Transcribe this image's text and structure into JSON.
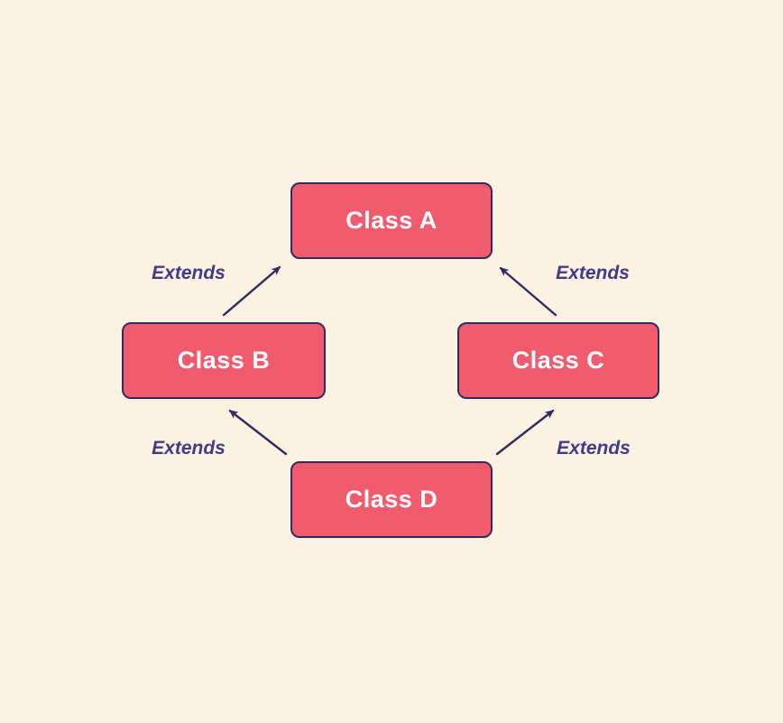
{
  "diagram": {
    "type": "class-inheritance-diamond",
    "colors": {
      "background": "#fcf2e2",
      "node_fill": "#f15b6e",
      "node_border": "#322b5f",
      "node_text": "#ffffff",
      "arrow": "#322b5f",
      "edge_label": "#423b8a"
    },
    "nodes": [
      {
        "id": "class-a",
        "label": "Class A"
      },
      {
        "id": "class-b",
        "label": "Class B"
      },
      {
        "id": "class-c",
        "label": "Class C"
      },
      {
        "id": "class-d",
        "label": "Class D"
      }
    ],
    "edges": [
      {
        "from": "class-b",
        "to": "class-a",
        "label": "Extends"
      },
      {
        "from": "class-c",
        "to": "class-a",
        "label": "Extends"
      },
      {
        "from": "class-d",
        "to": "class-b",
        "label": "Extends"
      },
      {
        "from": "class-d",
        "to": "class-c",
        "label": "Extends"
      }
    ]
  }
}
